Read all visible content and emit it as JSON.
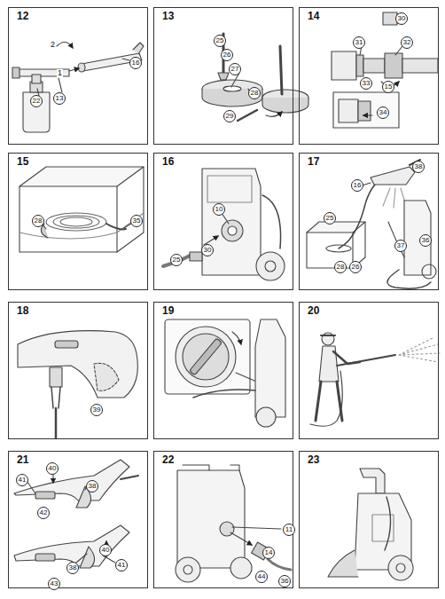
{
  "diagram": {
    "nodes": [
      {
        "text": [
          "12"
        ]
      },
      {
        "text": [
          "13"
        ],
        "in": 0
      },
      {
        "text": [
          "22"
        ],
        "in": 0
      },
      {
        "text": [
          "16"
        ],
        "in": 0
      },
      {
        "text": [
          "13"
        ]
      },
      {
        "text": [
          "25"
        ],
        "in": 4
      },
      {
        "text": [
          "26"
        ],
        "in": 4
      },
      {
        "text": [
          "27"
        ],
        "in": 4
      },
      {
        "text": [
          "28"
        ],
        "in": 4
      },
      {
        "text": [
          "29"
        ],
        "in": 4
      },
      {
        "text": [
          "14"
        ]
      },
      {
        "text": [
          "30"
        ],
        "in": 10
      },
      {
        "text": [
          "31"
        ],
        "in": 10
      },
      {
        "text": [
          "32"
        ],
        "in": 10
      },
      {
        "text": [
          "15"
        ],
        "in": 10
      },
      {
        "text": [
          "33"
        ],
        "in": 10
      },
      {
        "text": [
          "34"
        ],
        "in": 10
      },
      {
        "text": [
          "15"
        ]
      },
      {
        "text": [
          "28"
        ],
        "in": 17
      },
      {
        "text": [
          "35"
        ],
        "in": 17
      },
      {
        "text": [
          "16"
        ]
      },
      {
        "text": [
          "10"
        ],
        "in": 20
      },
      {
        "text": [
          "30"
        ],
        "in": 20
      },
      {
        "text": [
          "25"
        ],
        "in": 20
      },
      {
        "text": [
          "17"
        ]
      },
      {
        "text": [
          "38"
        ],
        "in": 24
      },
      {
        "text": [
          "16"
        ],
        "in": 24
      },
      {
        "text": [
          "25"
        ],
        "in": 24
      },
      {
        "text": [
          "28"
        ],
        "in": 24
      },
      {
        "text": [
          "26"
        ],
        "in": 24
      },
      {
        "text": [
          "37"
        ],
        "in": 24
      },
      {
        "text": [
          "36"
        ],
        "in": 24
      },
      {
        "text": [
          "18"
        ]
      },
      {
        "text": [
          "39"
        ],
        "in": 32
      },
      {
        "text": [
          "19"
        ]
      },
      {
        "text": [
          "20"
        ]
      },
      {
        "text": [
          "21"
        ]
      },
      {
        "text": [
          "40"
        ],
        "in": 36
      },
      {
        "text": [
          "41"
        ],
        "in": 36
      },
      {
        "text": [
          "38"
        ],
        "in": 36
      },
      {
        "text": [
          "42"
        ],
        "in": 36
      },
      {
        "text": [
          "40"
        ],
        "in": 36
      },
      {
        "text": [
          "41"
        ],
        "in": 36
      },
      {
        "text": [
          "38"
        ],
        "in": 36
      },
      {
        "text": [
          "43"
        ],
        "in": 36
      },
      {
        "text": [
          "22"
        ]
      },
      {
        "text": [
          "11"
        ],
        "in": 45
      },
      {
        "text": [
          "14"
        ],
        "in": 45
      },
      {
        "text": [
          "44"
        ],
        "in": 45
      },
      {
        "text": [
          "36"
        ],
        "in": 45
      },
      {
        "text": [
          "23"
        ]
      }
    ],
    "labels": [
      "1",
      "2"
    ]
  }
}
